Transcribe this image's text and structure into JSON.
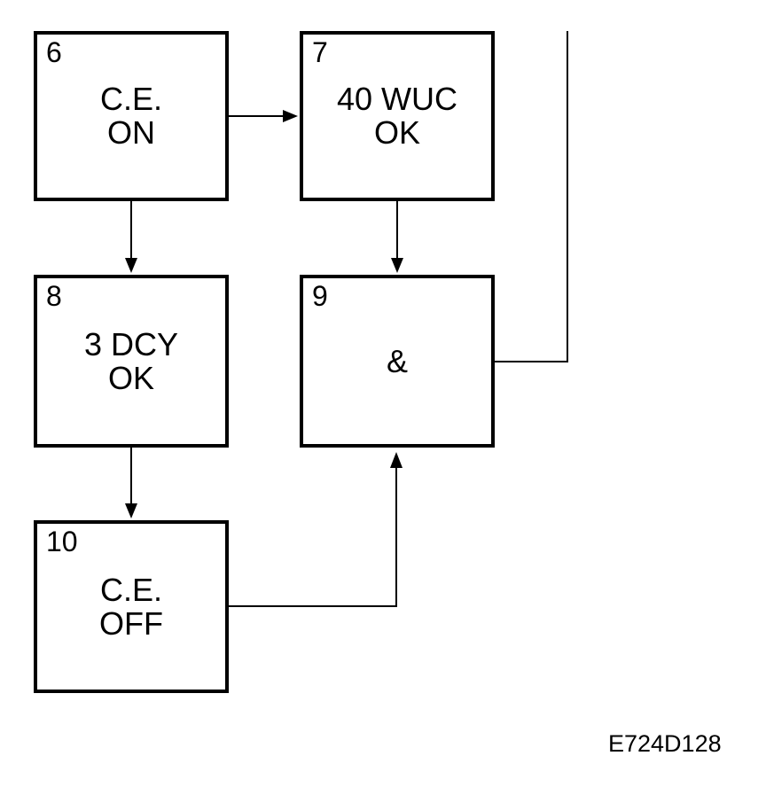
{
  "blocks": {
    "b6": {
      "number": "6",
      "line1": "C.E.",
      "line2": "ON"
    },
    "b7": {
      "number": "7",
      "line1": "40 WUC",
      "line2": "OK"
    },
    "b8": {
      "number": "8",
      "line1": "3 DCY",
      "line2": "OK"
    },
    "b9": {
      "number": "9",
      "line1": "&",
      "line2": ""
    },
    "b10": {
      "number": "10",
      "line1": "C.E.",
      "line2": "OFF"
    }
  },
  "figure_id": "E724D128"
}
